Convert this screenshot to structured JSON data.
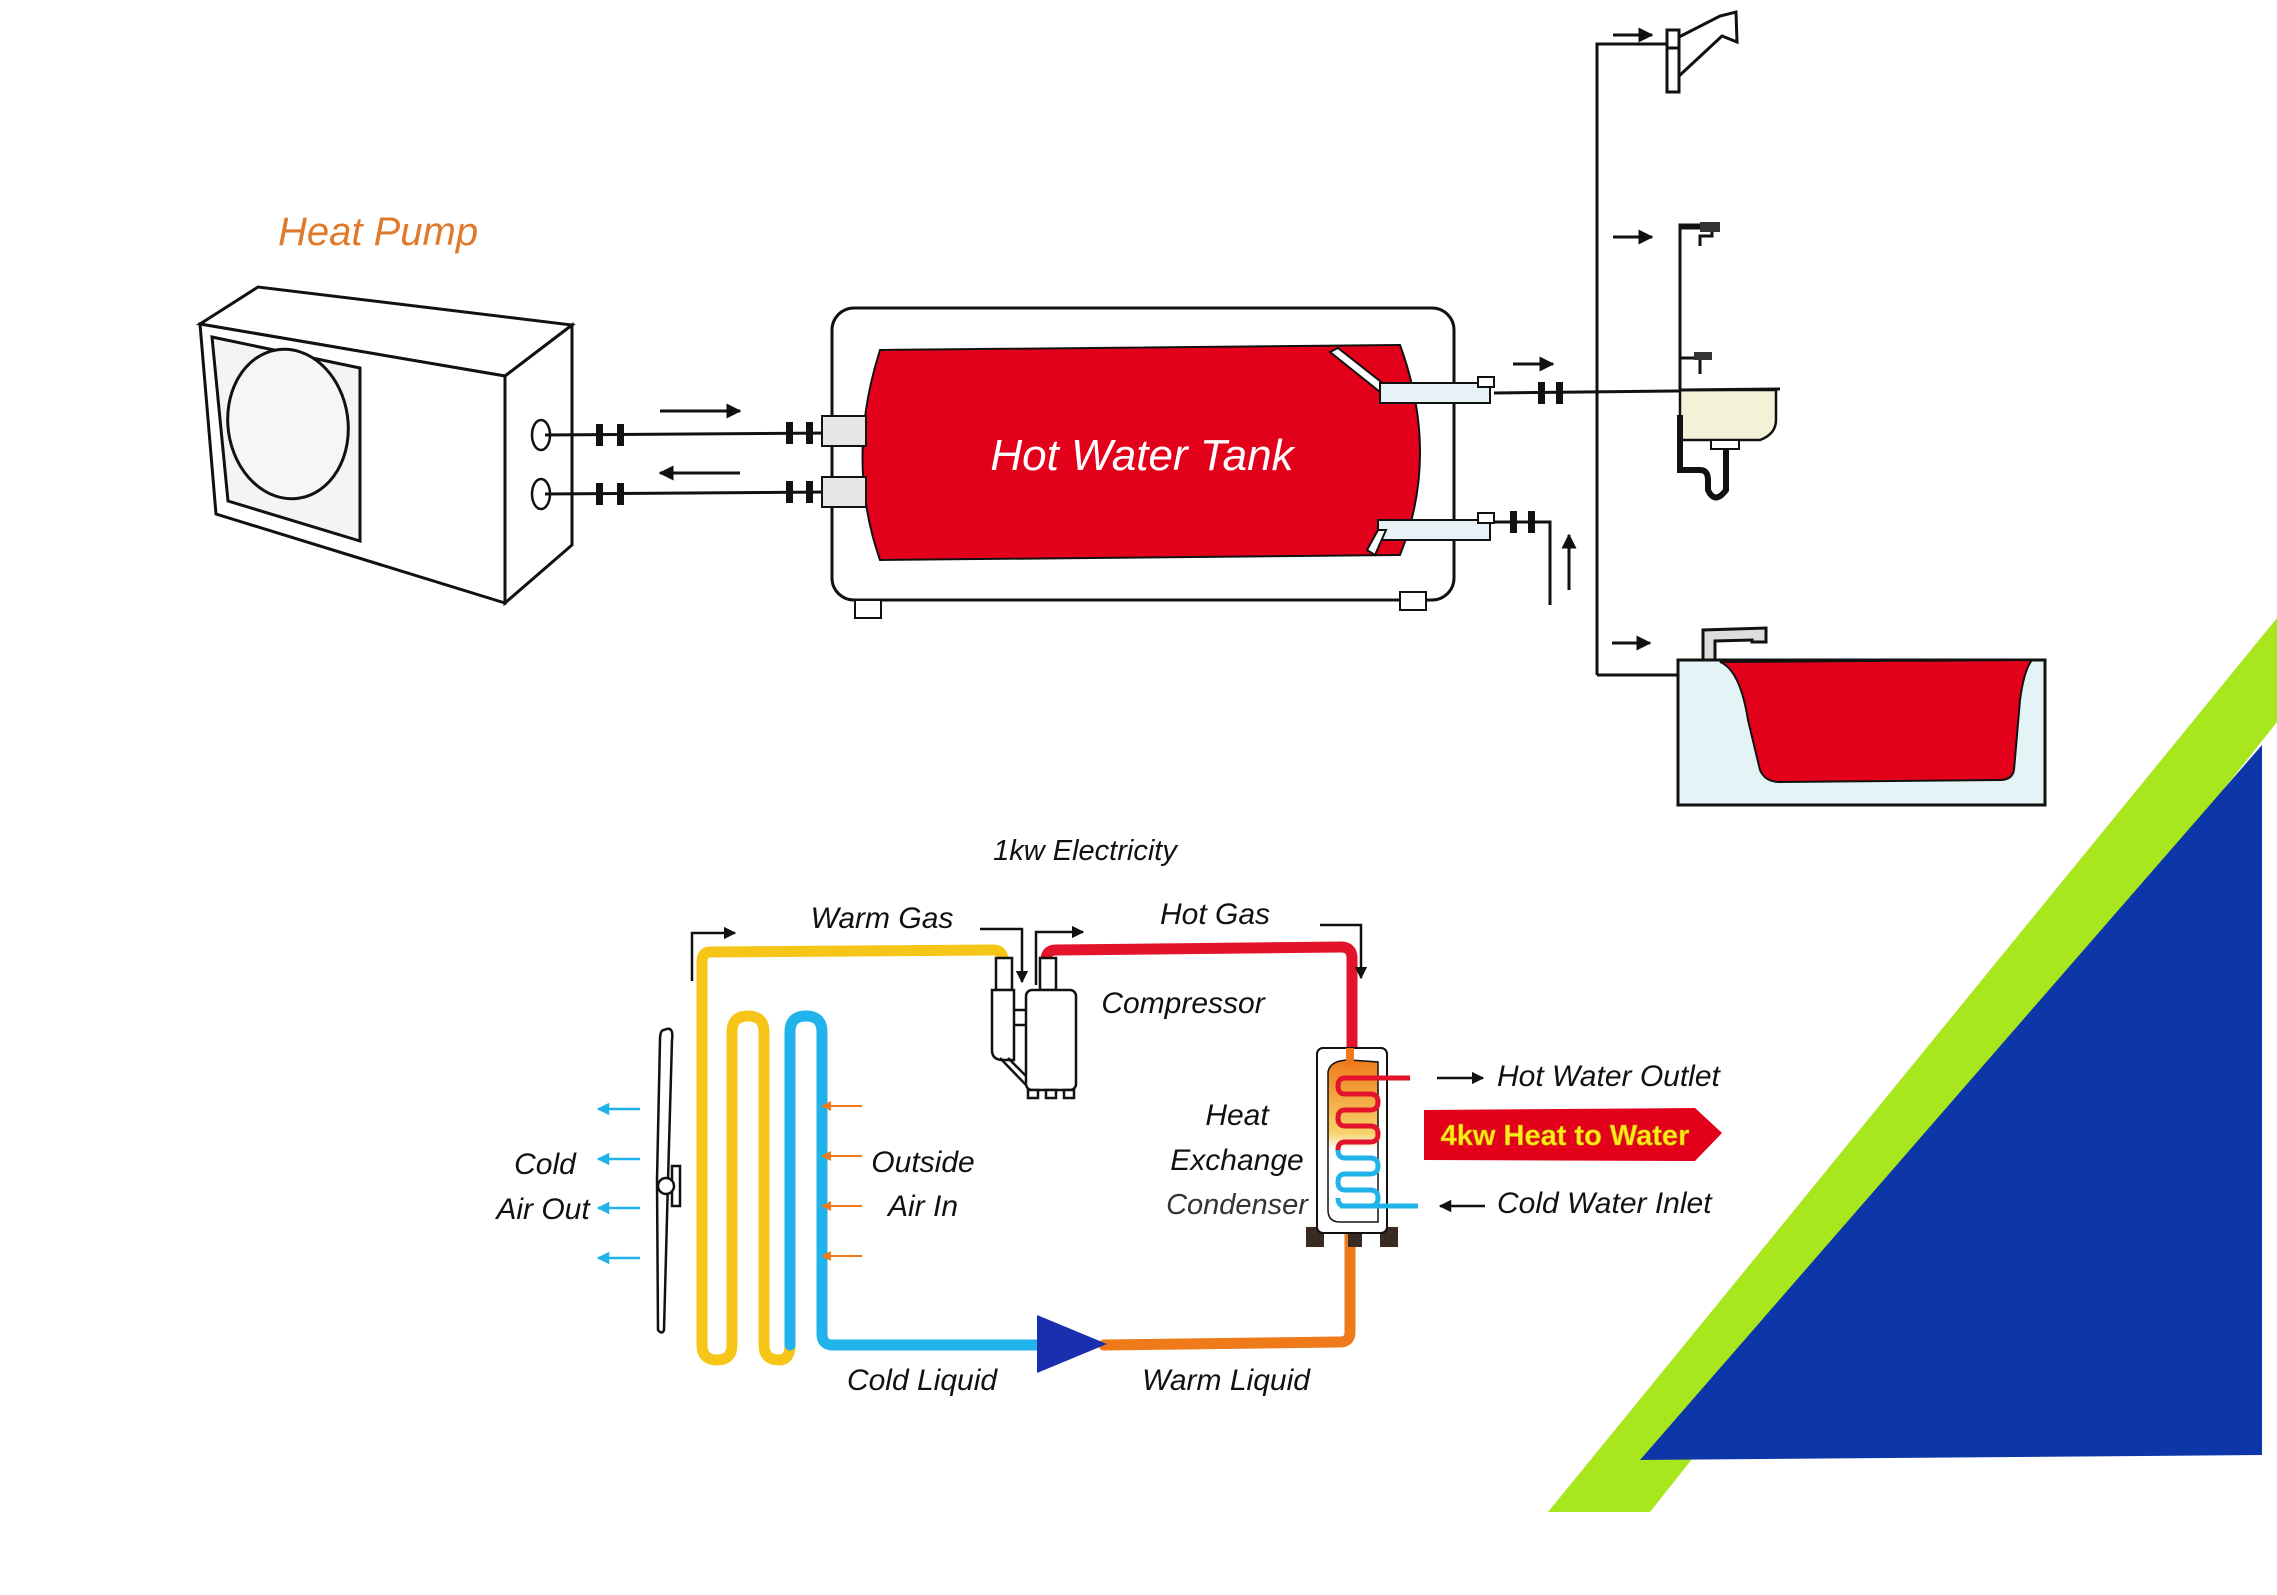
{
  "colors": {
    "tank_red": "#e3001b",
    "heat_pump_label": "#e07a2a",
    "warm_gas": "#f5c518",
    "hot_gas": "#e2132a",
    "cold_liquid": "#1fb3ea",
    "warm_liquid": "#ee7a1a",
    "expansion_valve": "#1a2fb0",
    "outside_air_arrow": "#ee7a1a",
    "cold_air_arrow": "#1fb3ea",
    "badge_bg": "#e3001b",
    "badge_text": "#ffeb1a",
    "corner_blue": "#0d36a8",
    "corner_green": "#a8e61e",
    "bath_body": "#e4f4f6",
    "sink_basin": "#f3f1d8"
  },
  "top_section": {
    "heat_pump_label": "Heat Pump",
    "tank_label": "Hot Water Tank",
    "fixtures": [
      "shower",
      "sink",
      "bathtub"
    ]
  },
  "refrigeration_cycle": {
    "electricity_label": "1kw Electricity",
    "warm_gas_label": "Warm Gas",
    "hot_gas_label": "Hot Gas",
    "compressor_label": "Compressor",
    "heat_exchange_label_line1": "Heat",
    "heat_exchange_label_line2": "Exchange",
    "condenser_label": "Condenser",
    "hot_water_outlet_label": "Hot Water Outlet",
    "cold_water_inlet_label": "Cold Water Inlet",
    "heat_output_badge": "4kw Heat to Water",
    "cold_air_label_line1": "Cold",
    "cold_air_label_line2": "Air Out",
    "outside_air_label_line1": "Outside",
    "outside_air_label_line2": "Air In",
    "cold_liquid_label": "Cold Liquid",
    "warm_liquid_label": "Warm Liquid"
  }
}
